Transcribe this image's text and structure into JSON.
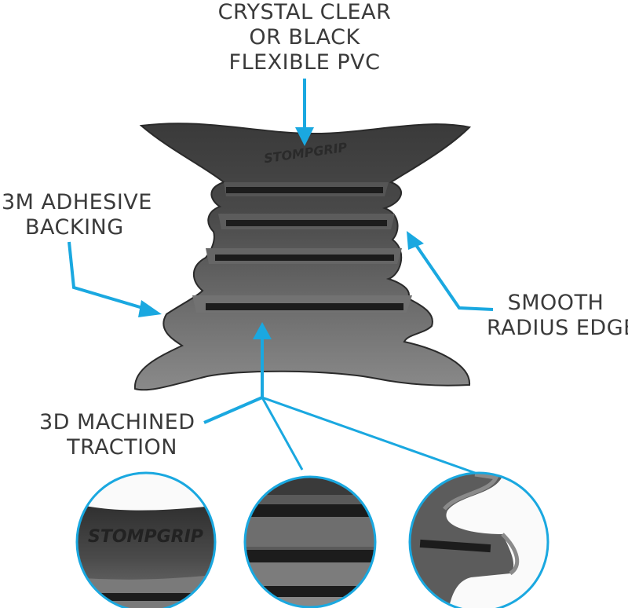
{
  "callouts": {
    "pvc": {
      "lines": [
        "CRYSTAL CLEAR",
        "OR BLACK",
        "FLEXIBLE PVC"
      ]
    },
    "adhesive": {
      "lines": [
        "3M ADHESIVE",
        "BACKING"
      ]
    },
    "edge": {
      "lines": [
        "SMOOTH",
        "RADIUS EDGE"
      ]
    },
    "traction": {
      "lines": [
        "3D MACHINED",
        "TRACTION"
      ]
    }
  },
  "brand": {
    "logo_text": "STOMPGRIP"
  },
  "colors": {
    "arrow": "#1aa8e0",
    "pad_dark": "#3c3c3c",
    "pad_mid": "#6a6a6a",
    "pad_light": "#8a8a8a",
    "groove": "#1c1c1c",
    "text": "#3a3a3a"
  }
}
